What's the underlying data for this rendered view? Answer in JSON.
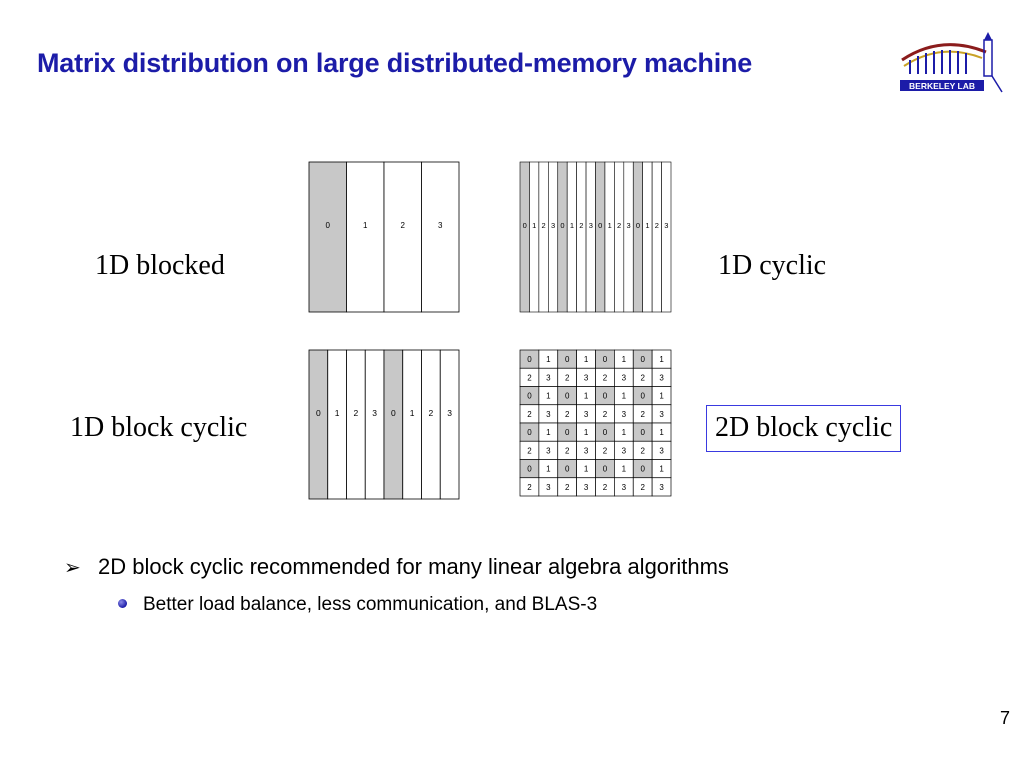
{
  "slide": {
    "title": "Matrix distribution on large distributed-memory machine",
    "page_number": "7",
    "logo_text": "BERKELEY LAB"
  },
  "diagrams": {
    "blocked_1d": {
      "label": "1D blocked",
      "columns": [
        "0",
        "1",
        "2",
        "3"
      ]
    },
    "cyclic_1d": {
      "label": "1D cyclic",
      "pattern": [
        "0",
        "1",
        "2",
        "3"
      ],
      "repeats": 4
    },
    "block_cyclic_1d": {
      "label": "1D block cyclic",
      "columns": [
        "0",
        "1",
        "2",
        "3",
        "0",
        "1",
        "2",
        "3"
      ]
    },
    "block_cyclic_2d": {
      "label": "2D block cyclic",
      "rows": [
        [
          "0",
          "1",
          "0",
          "1",
          "0",
          "1",
          "0",
          "1"
        ],
        [
          "2",
          "3",
          "2",
          "3",
          "2",
          "3",
          "2",
          "3"
        ],
        [
          "0",
          "1",
          "0",
          "1",
          "0",
          "1",
          "0",
          "1"
        ],
        [
          "2",
          "3",
          "2",
          "3",
          "2",
          "3",
          "2",
          "3"
        ],
        [
          "0",
          "1",
          "0",
          "1",
          "0",
          "1",
          "0",
          "1"
        ],
        [
          "2",
          "3",
          "2",
          "3",
          "2",
          "3",
          "2",
          "3"
        ],
        [
          "0",
          "1",
          "0",
          "1",
          "0",
          "1",
          "0",
          "1"
        ],
        [
          "2",
          "3",
          "2",
          "3",
          "2",
          "3",
          "2",
          "3"
        ]
      ]
    }
  },
  "colors": {
    "title": "#1c1ca8",
    "shaded_cell": "#c8c8c8",
    "highlight_border": "#3a3ae0"
  },
  "bullets": {
    "main": "2D block cyclic recommended for many linear algebra algorithms",
    "sub": "Better load balance, less communication, and BLAS-3"
  }
}
